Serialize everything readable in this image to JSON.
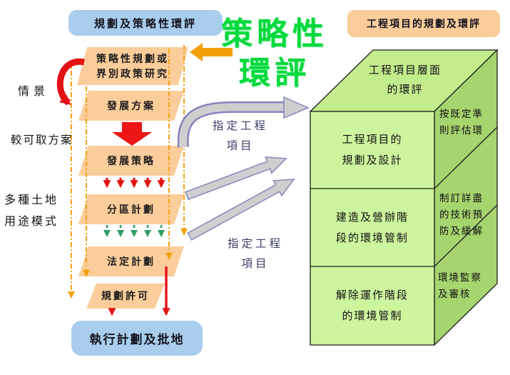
{
  "left_panel": {
    "title": "規劃及策略性環評",
    "steps": [
      {
        "label": "策略性規劃或\n界別政策研究"
      },
      {
        "label": "發展方案"
      },
      {
        "label": "發展策略"
      },
      {
        "label": "分區計劃"
      },
      {
        "label": "法定計劃"
      },
      {
        "label": "規劃許可"
      }
    ],
    "outcome": "執行計劃及批地",
    "side_labels": {
      "scenario": "情景",
      "preferred_option": "較可取方案",
      "landuse_pattern": "多種土地\n用途模式"
    }
  },
  "center": {
    "sea_title": "策略性\n環評",
    "designated_project_top": "指定工程\n項目",
    "designated_project_bottom": "指定工程\n項目"
  },
  "right_panel": {
    "title": "工程項目的規劃及環評",
    "cube": {
      "top_face": "工程項目層面\n的環評",
      "front_cells": [
        "工程項目的\n規劃及設計",
        "建造及營辦階\n段的環境管制",
        "解除運作階段\n的環境管制"
      ],
      "side_cells": [
        "按既定準\n則評估環",
        "制訂詳盡\n的技術預\n防及緩解",
        "環境監察\n及審核"
      ]
    }
  },
  "colors": {
    "sea_title_green": "#00d93c",
    "box_orange": "#fbcd9b",
    "box_blue": "#a9cdec",
    "cube_front": "#cdf49e",
    "cube_top": "#c3ec8d",
    "cube_side": "#a6d46f",
    "arrow_red": "#e31212",
    "arrow_orange": "#f2a007",
    "arrow_green": "#2e9f67",
    "arrow_gray": "#cfcfcf"
  }
}
